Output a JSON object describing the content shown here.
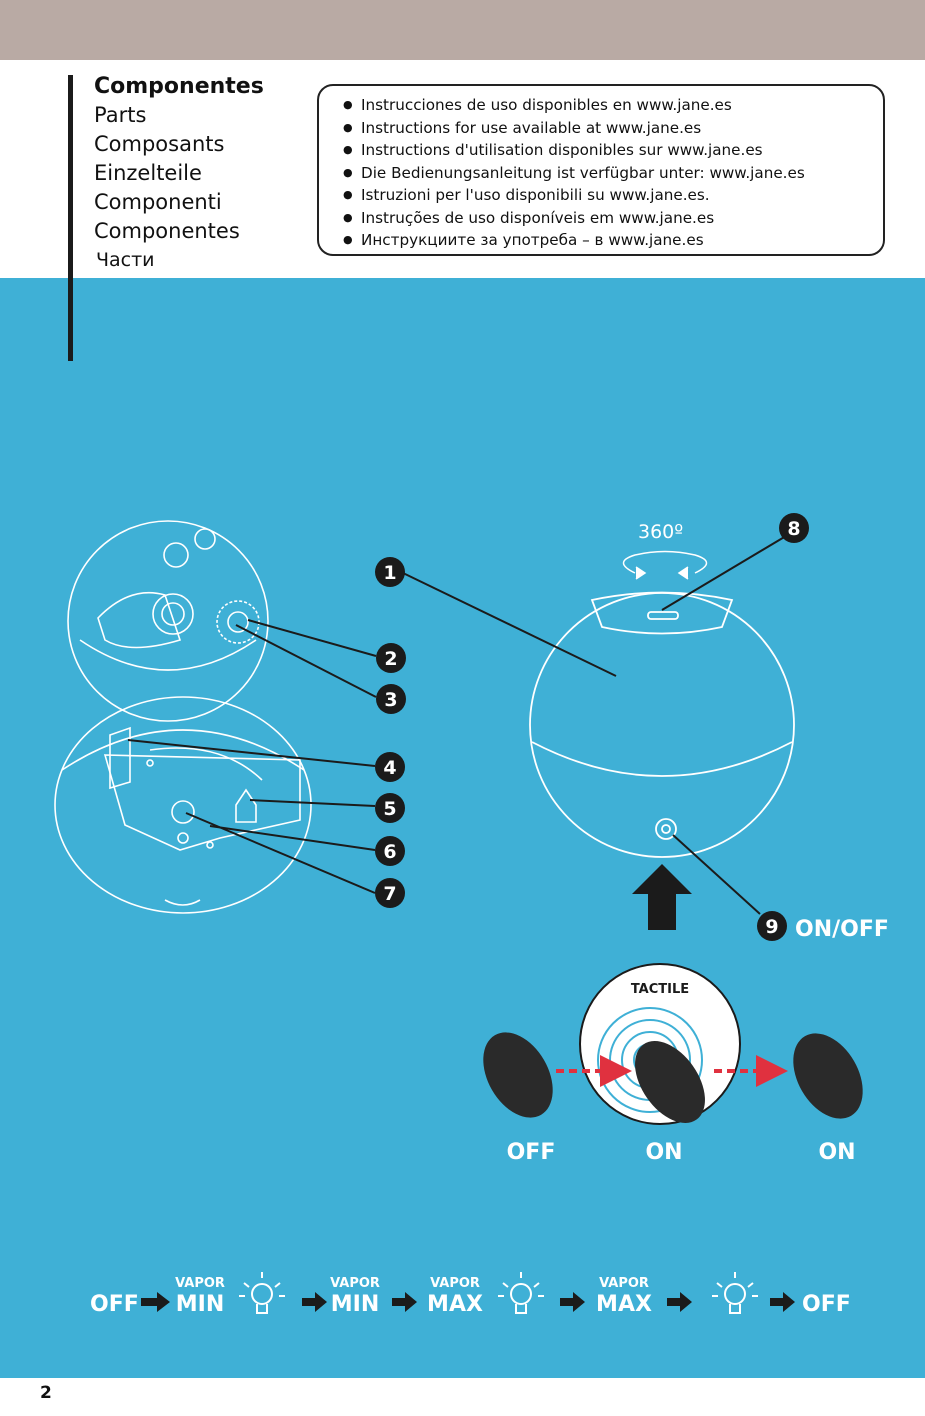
{
  "titles": {
    "main": "Componentes",
    "items": [
      "Parts",
      "Composants",
      "Einzelteile",
      "Componenti",
      "Componentes",
      "Части"
    ]
  },
  "info_box": {
    "items": [
      "Instrucciones de uso disponibles en www.jane.es",
      "Instructions for use available at www.jane.es",
      "Instructions d'utilisation disponibles sur www.jane.es",
      "Die Bedienungsanleitung ist verfügbar unter: www.jane.es",
      "Istruzioni per l'uso disponibili su www.jane.es.",
      "Instruções de uso disponíveis em www.jane.es",
      "Инструкциите за употреба – в www.jane.es"
    ]
  },
  "diagram": {
    "rotation_label": "360º",
    "callouts": [
      "1",
      "2",
      "3",
      "4",
      "5",
      "6",
      "7",
      "8",
      "9"
    ],
    "onoff_label": "ON/OFF"
  },
  "touch_sequence": {
    "tactile_label": "TACTILE",
    "states": [
      "OFF",
      "ON",
      "ON"
    ]
  },
  "mode_sequence": {
    "start": "OFF",
    "vapor_label": "VAPOR",
    "min_label": "MIN",
    "max_label": "MAX",
    "end": "OFF"
  },
  "page": {
    "number": "2"
  },
  "colors": {
    "top_band": "#b9aaa4",
    "blue": "#3fb0d6",
    "arrow_red": "#e0313f"
  }
}
